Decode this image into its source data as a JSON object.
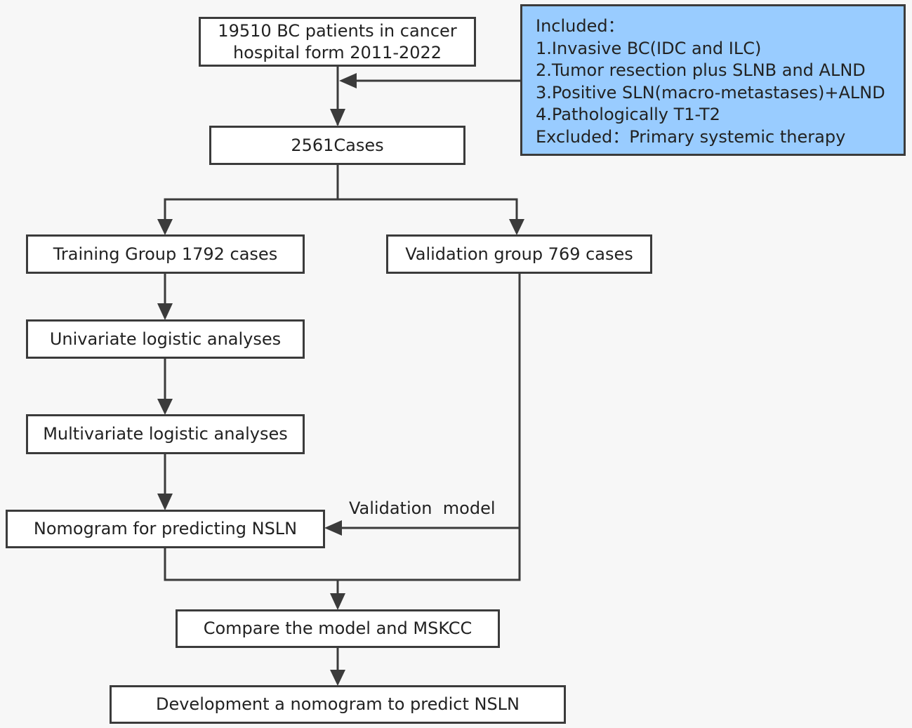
{
  "boxes": {
    "start": [
      "19510 BC patients in cancer",
      "hospital form 2011-2022"
    ],
    "cases": "2561Cases",
    "training": "Training Group 1792 cases",
    "validation": "Validation group 769 cases",
    "univariate": "Univariate logistic analyses",
    "multivariate": "Multivariate logistic analyses",
    "nomogram": "Nomogram for predicting NSLN",
    "compare": "Compare the model and MSKCC",
    "development": "Development  a nomogram to predict NSLN"
  },
  "criteria": [
    "Included：",
    "1.Invasive BC(IDC and ILC)",
    "2.Tumor resection plus SLNB and ALND",
    "3.Positive SLN(macro-metastases)+ALND",
    "4.Pathologically T1-T2",
    "Excluded：Primary systemic therapy"
  ],
  "labels": {
    "validation_model": "Validation  model"
  },
  "colors": {
    "criteria_fill": "#99ccff",
    "line": "#3b3b3b",
    "box_fill": "#ffffff"
  }
}
